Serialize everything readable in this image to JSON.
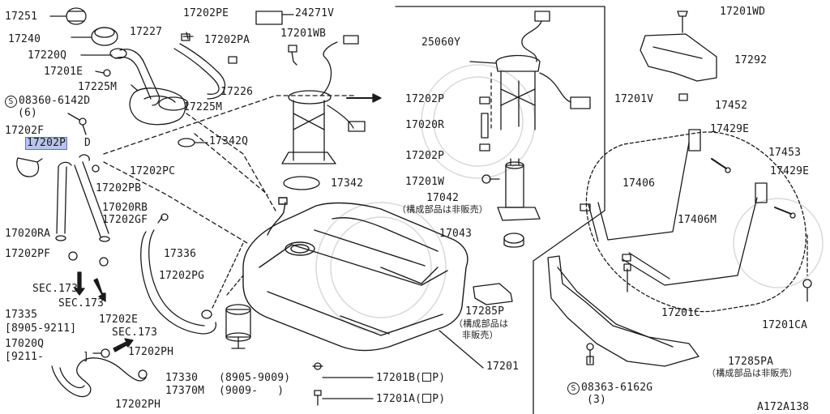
{
  "diagram": {
    "code": "A172A138",
    "note_not_sold": "（構成部品は非販売）",
    "part_labels": {
      "p17251": "17251",
      "p17240": "17240",
      "p17220Q": "17220Q",
      "p17201E": "17201E",
      "p17225M_a": "17225M",
      "p08360": "08360-6142D",
      "p08360_qty": "(6)",
      "p17202F": "17202F",
      "p17202P_hl": "17202P",
      "p17202PE": "17202PE",
      "p17227": "17227",
      "p17202PA": "17202PA",
      "p17226": "17226",
      "p17225M_b": "17225M",
      "p17342Q": "17342Q",
      "p24271V": "24271V",
      "p17201WB": "17201WB",
      "p17202PC": "17202PC",
      "p17202PB": "17202PB",
      "p17020RA": "17020RA",
      "p17020RB": "17020RB",
      "p17202GF": "17202GF",
      "p17202PF": "17202PF",
      "p17336": "17336",
      "sec173_a": "SEC.173",
      "sec173_b": "SEC.173",
      "sec173_c": "SEC.173",
      "p17202PG": "17202PG",
      "p17335": "17335",
      "p17335_range": "[8905-9211]",
      "p17202E": "17202E",
      "p17020Q": "17020Q",
      "p17020Q_range": "[9211-",
      "p17020Q_close": "]",
      "p17202PH_a": "17202PH",
      "p17202PH_b": "17202PH",
      "p17330": "17330",
      "p17330_range": "(8905-9009)",
      "p17370M": "17370M",
      "p17370M_range": "(9009-   )",
      "p17342": "17342",
      "p17201B": "17201B",
      "p17201A": "17201A",
      "op_mark": "P",
      "p17201": "17201",
      "p25060Y": "25060Y",
      "p17202P_i1": "17202P",
      "p17020R": "17020R",
      "p17202P_i2": "17202P",
      "p17201W": "17201W",
      "p17042": "17042",
      "p17042_note": "（構成部品は非販売）",
      "p17043": "17043",
      "p17285P": "17285P",
      "p17285P_note1": "（構成部品は",
      "p17285P_note2": "非販売）",
      "p17201WD": "17201WD",
      "p17292": "17292",
      "p17201V": "17201V",
      "p17452": "17452",
      "p17429E_a": "17429E",
      "p17453": "17453",
      "p17429E_b": "17429E",
      "p17406": "17406",
      "p17406M": "17406M",
      "p17201C": "17201C",
      "p17201CA": "17201CA",
      "p17285PA": "17285PA",
      "p17285PA_note": "（構成部品は非販売）",
      "p08363": "08363-6162G",
      "p08363_qty": "(3)",
      "s_symbol": "S"
    }
  }
}
